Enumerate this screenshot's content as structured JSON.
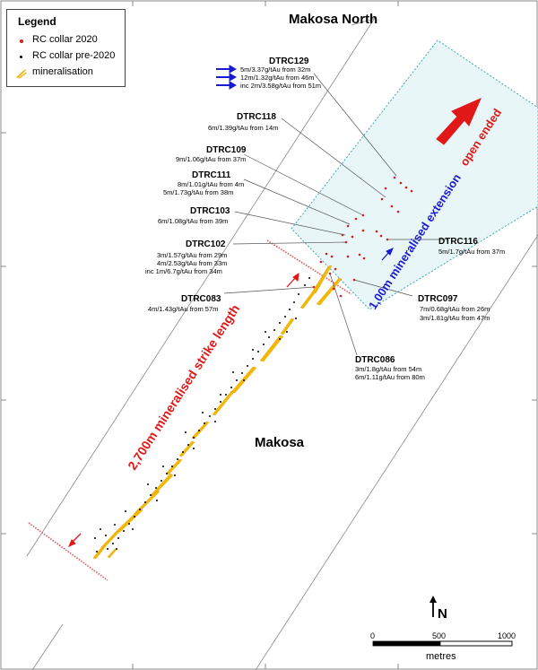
{
  "legend": {
    "title": "Legend",
    "items": [
      {
        "label": "RC collar 2020",
        "symbol": "red-dot",
        "color": "#d41f1f"
      },
      {
        "label": "RC collar pre-2020",
        "symbol": "black-dot",
        "color": "#000000"
      },
      {
        "label": "mineralisation",
        "symbol": "yellow-lens",
        "color": "#f5b800"
      }
    ]
  },
  "place_labels": {
    "north": "Makosa North",
    "south": "Makosa"
  },
  "annotations": {
    "strike_length": "2,700m mineralised strike length",
    "extension": "1,00m mineralised extension",
    "open_ended": "open ended"
  },
  "drillholes": [
    {
      "id": "DTRC129",
      "results": [
        "5m/3.37g/tAu from 32m",
        "12m/1.32g/tAu from 46m",
        "inc 2m/3.58g/tAu from 51m"
      ],
      "arrows": true
    },
    {
      "id": "DTRC118",
      "results": [
        "6m/1.39g/tAu from 14m"
      ]
    },
    {
      "id": "DTRC109",
      "results": [
        "9m/1.06g/tAu from 37m"
      ]
    },
    {
      "id": "DTRC111",
      "results": [
        "8m/1.01g/tAu from 4m",
        "5m/1.73g/tAu from 38m"
      ]
    },
    {
      "id": "DTRC103",
      "results": [
        "6m/1.08g/tAu from 39m"
      ]
    },
    {
      "id": "DTRC102",
      "results": [
        "3m/1.57g/tAu from 29m",
        "4m/2.53g/tAu from 33m",
        "inc  1m/6.7g/tAu from 34m"
      ]
    },
    {
      "id": "DTRC083",
      "results": [
        "4m/1.43g/tAu from 57m"
      ]
    },
    {
      "id": "DTRC116",
      "results": [
        "5m/1.7g/tAu from 37m"
      ]
    },
    {
      "id": "DTRC097",
      "results": [
        "7m/0.68g/tAu from 26m",
        "3m/1.81g/tAu from 47m"
      ]
    },
    {
      "id": "DTRC086",
      "results": [
        "3m/1.8g/tAu from 54m",
        "6m/1.11g/tAu from 80m"
      ]
    }
  ],
  "north_arrow": "N",
  "scale_bar": {
    "ticks": [
      "0",
      "500",
      "1000"
    ],
    "unit": "metres"
  },
  "colors": {
    "collar_2020": "#d41f1f",
    "collar_pre2020": "#000000",
    "mineralisation": "#f5b800",
    "extension_box": "#e8f6f7",
    "extension_text": "#1a1ad0",
    "strike_text": "#e01818",
    "arrow_blue": "#1a1ad0"
  }
}
